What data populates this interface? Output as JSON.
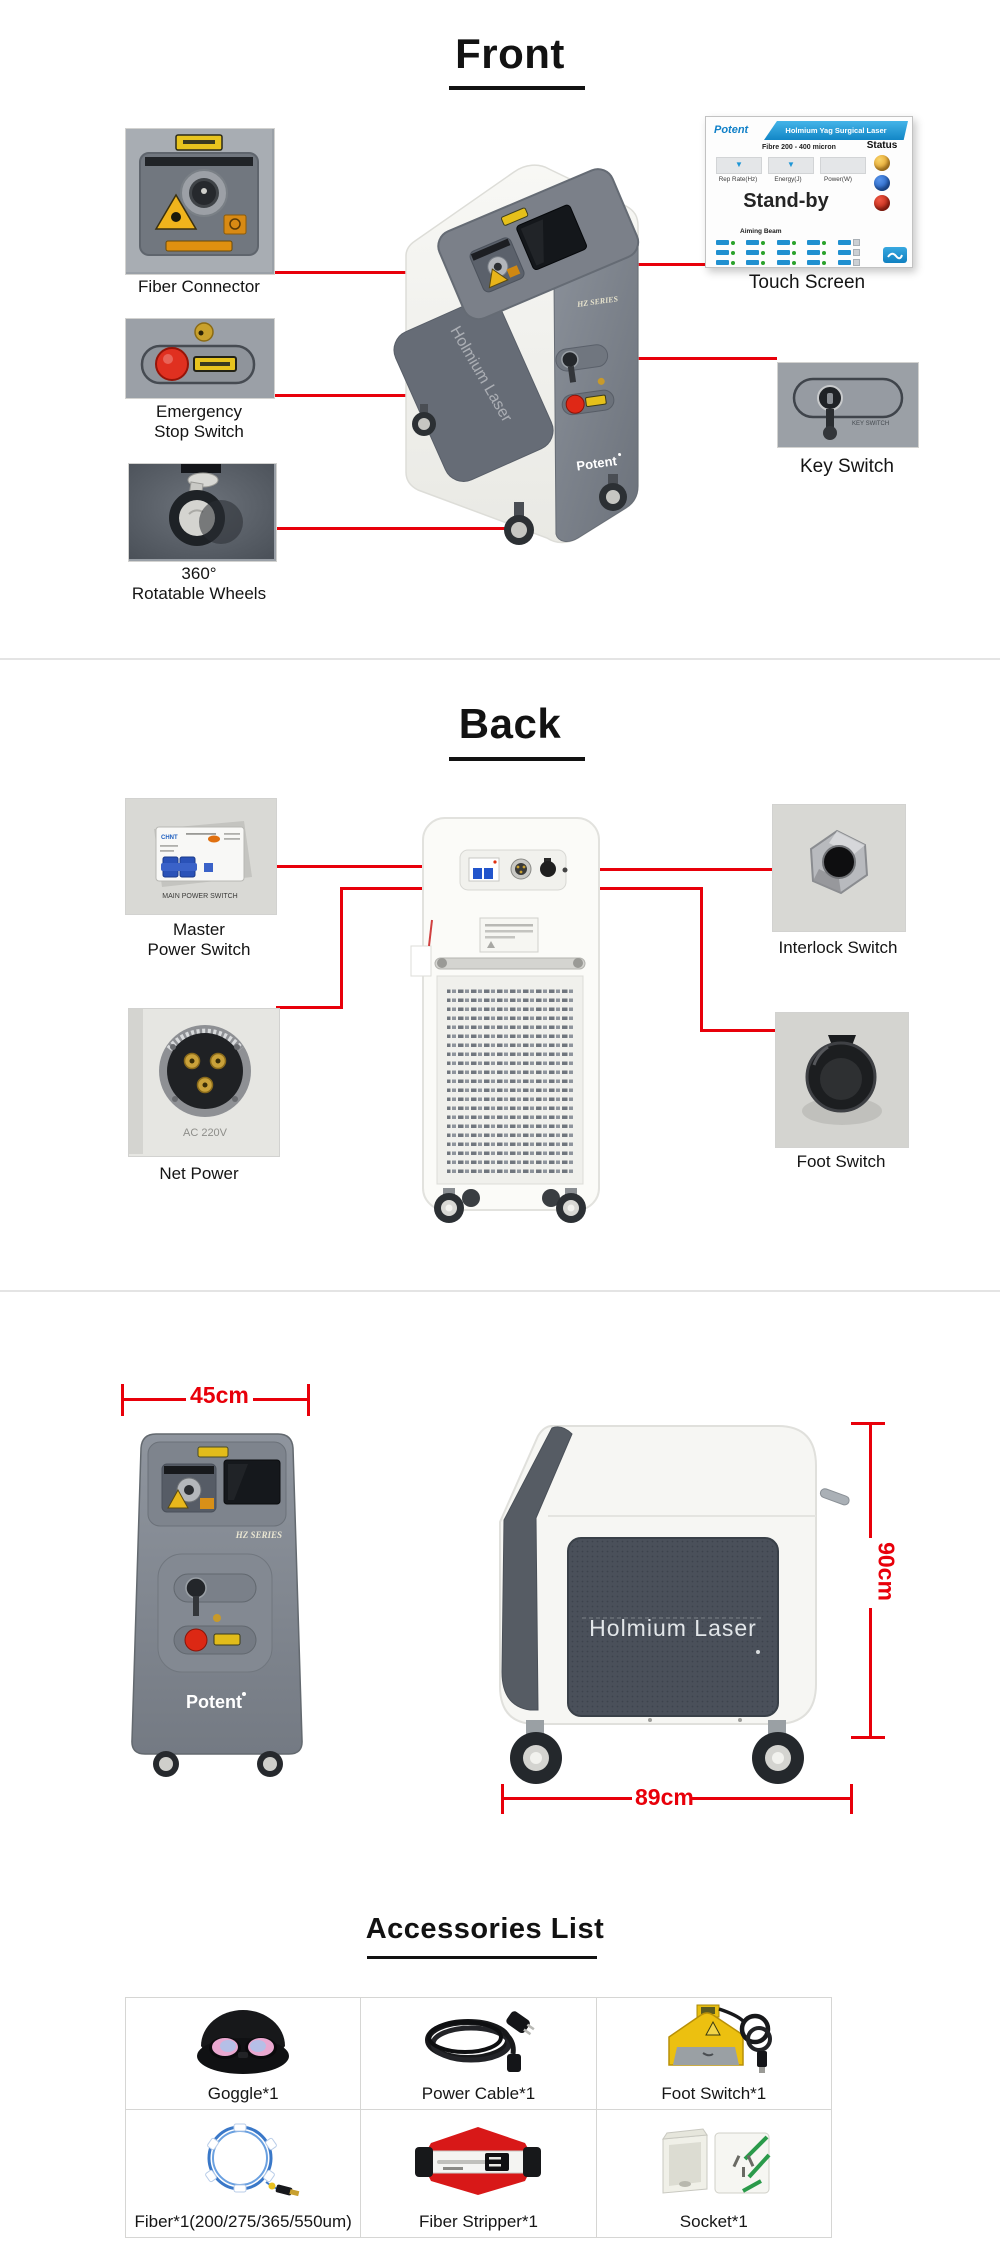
{
  "front": {
    "title": "Front",
    "machine": {
      "series": "HZ SERIES",
      "side_panel": "Holmium Laser",
      "brand": "Potent"
    },
    "screen": {
      "label": "Touch Screen",
      "brand": "Potent",
      "title": "Holmium Yag Surgical Laser",
      "subtitle": "Fibre 200 - 400 micron",
      "param1": "Rep Rate(Hz)",
      "param2": "Energy(J)",
      "param3": "Power(W)",
      "mode": "Stand-by",
      "status": "Status",
      "aiming": "Aiming Beam",
      "dropdown_glyph": "▼"
    },
    "fiber": {
      "label": "Fiber Connector"
    },
    "estop": {
      "label1": "Emergency",
      "label2": "Stop Switch"
    },
    "wheels": {
      "label1": "360°",
      "label2": "Rotatable Wheels"
    },
    "key": {
      "label": "Key Switch",
      "photo_text": "KEY SWITCH"
    }
  },
  "back": {
    "title": "Back",
    "master": {
      "label1": "Master",
      "label2": "Power Switch",
      "photo_text": "MAIN POWER SWITCH",
      "brand": "CHNT"
    },
    "net": {
      "label": "Net Power",
      "photo_text": "AC 220V"
    },
    "interlock": {
      "label": "Interlock Switch"
    },
    "foot": {
      "label": "Foot Switch"
    }
  },
  "dims": {
    "width": "45cm",
    "height": "90cm",
    "depth": "89cm",
    "front_machine": {
      "series": "HZ SERIES",
      "brand": "Potent"
    },
    "side_machine": {
      "panel": "Holmium Laser"
    }
  },
  "accessories": {
    "title": "Accessories List",
    "items": [
      {
        "label": "Goggle*1"
      },
      {
        "label": "Power Cable*1"
      },
      {
        "label": "Foot Switch*1"
      },
      {
        "label": "Fiber*1(200/275/365/550um)"
      },
      {
        "label": "Fiber Stripper*1"
      },
      {
        "label": "Socket*1"
      }
    ]
  },
  "colors": {
    "accent_red": "#e8000a",
    "body_gray": "#7d838c",
    "mesh_dark": "#4a505a",
    "screen_blue": "#1e9ad6"
  }
}
